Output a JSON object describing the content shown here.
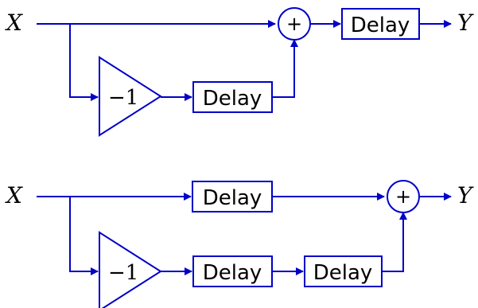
{
  "colors": {
    "wire": "#0000c8",
    "text": "#000000",
    "background": "#ffffff"
  },
  "diagram1": {
    "input_label": "X",
    "output_label": "Y",
    "gain_label": "−1",
    "sum_symbol": "+",
    "delay_feedforward_label": "Delay",
    "delay_output_label": "Delay"
  },
  "diagram2": {
    "input_label": "X",
    "output_label": "Y",
    "gain_label": "−1",
    "sum_symbol": "+",
    "delay_direct_label": "Delay",
    "delay_branch_1_label": "Delay",
    "delay_branch_2_label": "Delay"
  }
}
